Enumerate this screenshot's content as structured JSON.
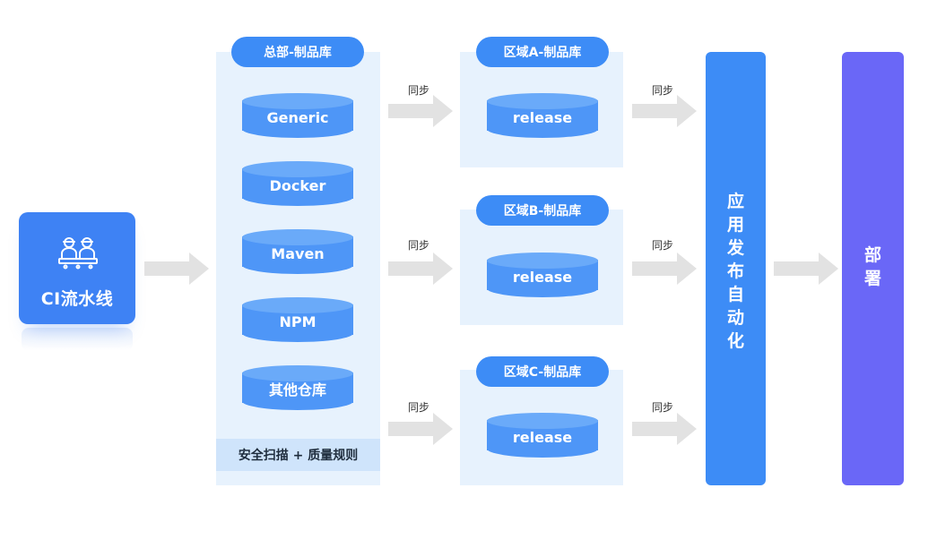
{
  "pipeline": {
    "label": "CI流水线",
    "icon": "workers-icon"
  },
  "hq": {
    "title": "总部-制品库",
    "repos": [
      "Generic",
      "Docker",
      "Maven",
      "NPM",
      "其他仓库"
    ],
    "footer": "安全扫描 + 质量规则"
  },
  "regions": [
    {
      "title": "区域A-制品库",
      "repo": "release"
    },
    {
      "title": "区域B-制品库",
      "repo": "release"
    },
    {
      "title": "区域C-制品库",
      "repo": "release"
    }
  ],
  "sync_label": "同步",
  "auto_release": {
    "label": "应用发布自动化"
  },
  "deploy": {
    "label": "部署"
  },
  "colors": {
    "primary": "#3d8cf6",
    "cylinder": "#4e96f7",
    "panel": "#e7f2fd",
    "deploy": "#6a67f7",
    "arrow": "#e2e2e2"
  }
}
